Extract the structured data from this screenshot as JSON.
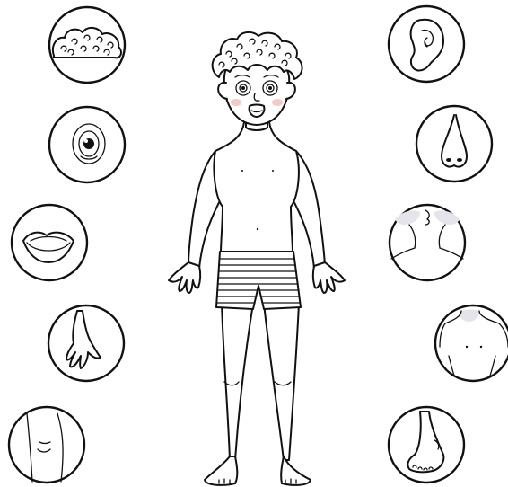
{
  "colors": {
    "stroke": "#111111",
    "background": "#ffffff",
    "blush": "#f6c9c4",
    "shade": "#e4e4ea"
  },
  "circles": [
    {
      "side": "left",
      "part": "hair-icon"
    },
    {
      "side": "left",
      "part": "eye-icon"
    },
    {
      "side": "left",
      "part": "mouth-icon"
    },
    {
      "side": "left",
      "part": "hand-icon"
    },
    {
      "side": "left",
      "part": "knee-icon"
    },
    {
      "side": "right",
      "part": "ear-icon"
    },
    {
      "side": "right",
      "part": "nose-icon"
    },
    {
      "side": "right",
      "part": "neck-icon"
    },
    {
      "side": "right",
      "part": "shoulders-icon"
    },
    {
      "side": "right",
      "part": "foot-icon"
    }
  ]
}
